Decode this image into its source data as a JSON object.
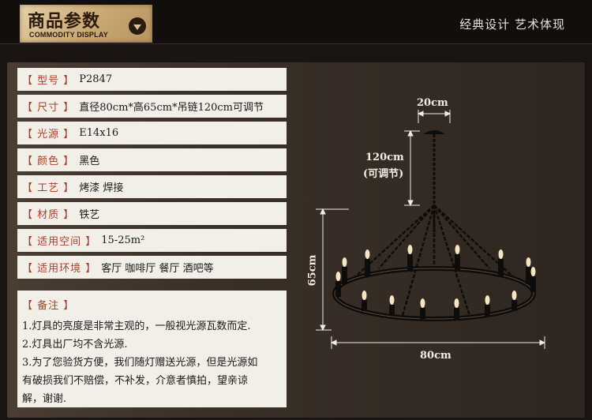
{
  "header": {
    "title": "商品参数",
    "subtitle": "COMMODITY DISPLAY",
    "slogan": "经典设计  艺术体现"
  },
  "specs": [
    {
      "key": "【 型号 】",
      "value": "P2847"
    },
    {
      "key": "【 尺寸 】",
      "value": "直径80cm*高65cm*吊链120cm可调节"
    },
    {
      "key": "【 光源 】",
      "value": "E14x16"
    },
    {
      "key": "【 颜色 】",
      "value": "黑色"
    },
    {
      "key": "【 工艺 】",
      "value": "烤漆 焊接"
    },
    {
      "key": "【 材质 】",
      "value": "铁艺"
    },
    {
      "key": "【 适用空间 】",
      "value": "15-25m²"
    },
    {
      "key": "【 适用环境 】",
      "value": "客厅 咖啡厅 餐厅 酒吧等"
    }
  ],
  "notes": {
    "title": "【 备注 】",
    "lines": [
      "1.灯具的亮度是非常主观的，一般视光源瓦数而定.",
      "2.灯具出厂均不含光源.",
      "3.为了您验货方便，我们随灯赠送光源，但是光源如",
      "有破损我们不赔偿，不补发，介意者慎拍，望亲谅",
      "解，谢谢."
    ]
  },
  "diagram": {
    "top_width": "20cm",
    "chain_length": "120cm",
    "chain_note": "(可调节)",
    "height": "65cm",
    "diameter": "80cm"
  },
  "colors": {
    "accent": "#a3422e",
    "gold": "#c9a873",
    "panel": "#3a3028"
  }
}
